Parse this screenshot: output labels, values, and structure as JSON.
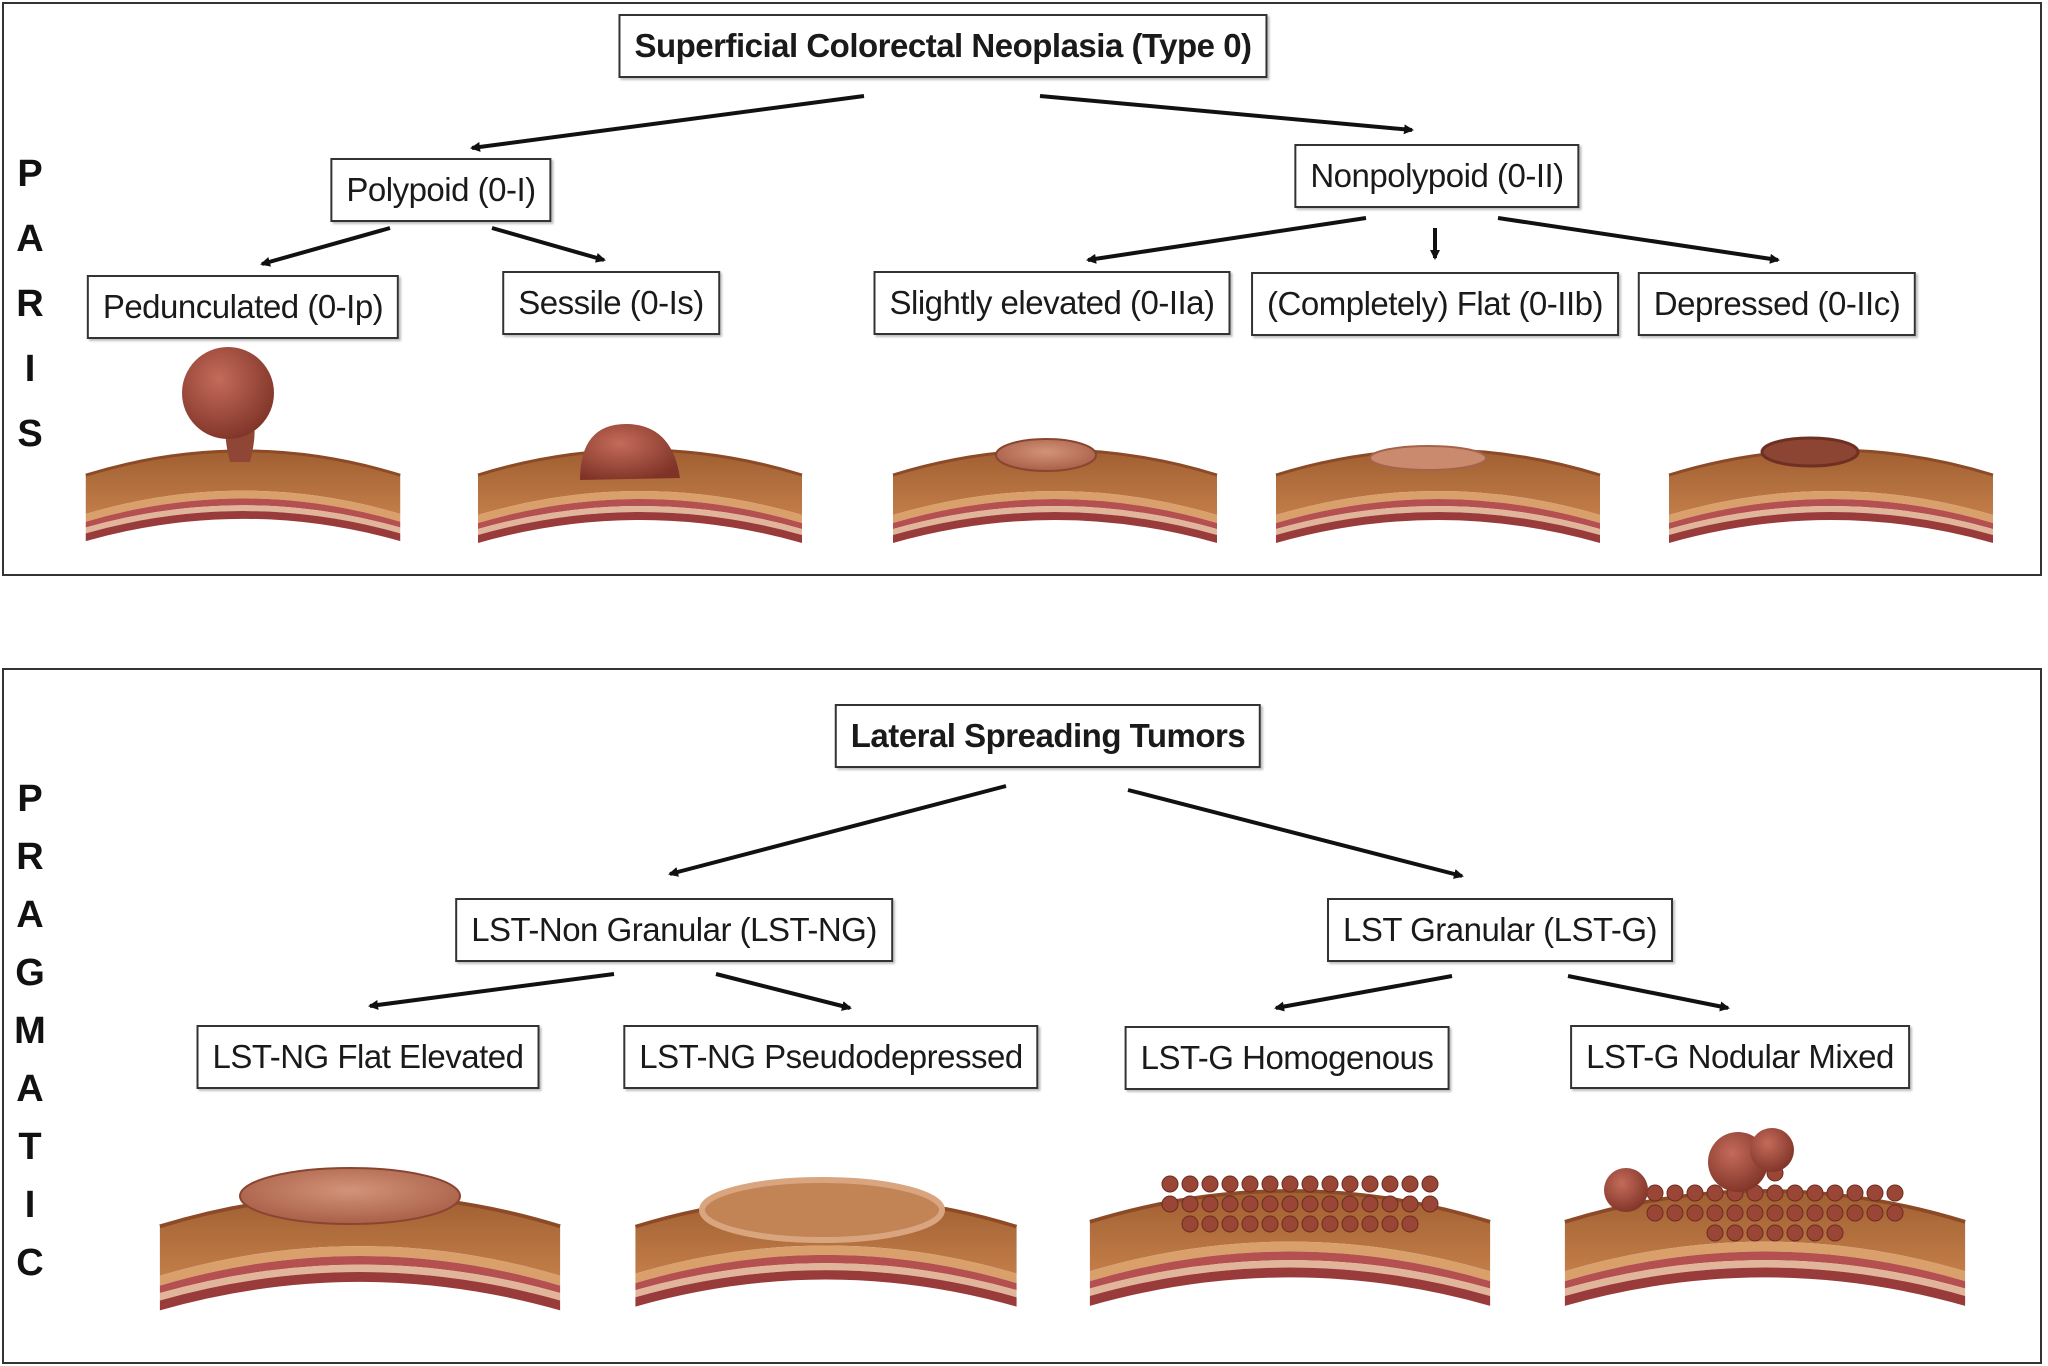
{
  "paris": {
    "side_label": [
      "P",
      "A",
      "R",
      "I",
      "S"
    ],
    "root": "Superficial Colorectal Neoplasia (Type 0)",
    "polypoid": "Polypoid (0-I)",
    "nonpolypoid": "Nonpolypoid (0-II)",
    "pedunculated": "Pedunculated (0-Ip)",
    "sessile": "Sessile (0-Is)",
    "slightly_elevated": "Slightly elevated (0-IIa)",
    "completely_flat": "(Completely) Flat (0-IIb)",
    "depressed": "Depressed (0-IIc)"
  },
  "pragmatic": {
    "side_label": [
      "P",
      "R",
      "A",
      "G",
      "M",
      "A",
      "T",
      "I",
      "C"
    ],
    "root": "Lateral Spreading Tumors",
    "lst_ng": "LST-Non Granular (LST-NG)",
    "lst_g": "LST Granular (LST-G)",
    "ng_flat_elevated": "LST-NG Flat Elevated",
    "ng_pseudodepressed": "LST-NG Pseudodepressed",
    "g_homogenous": "LST-G Homogenous",
    "g_nodular_mixed": "LST-G Nodular Mixed"
  },
  "colors": {
    "tissue": "#b8713f",
    "tissue_dark": "#8c4a26",
    "lesion": "#9c4a3a",
    "muscle": "#b04848"
  }
}
